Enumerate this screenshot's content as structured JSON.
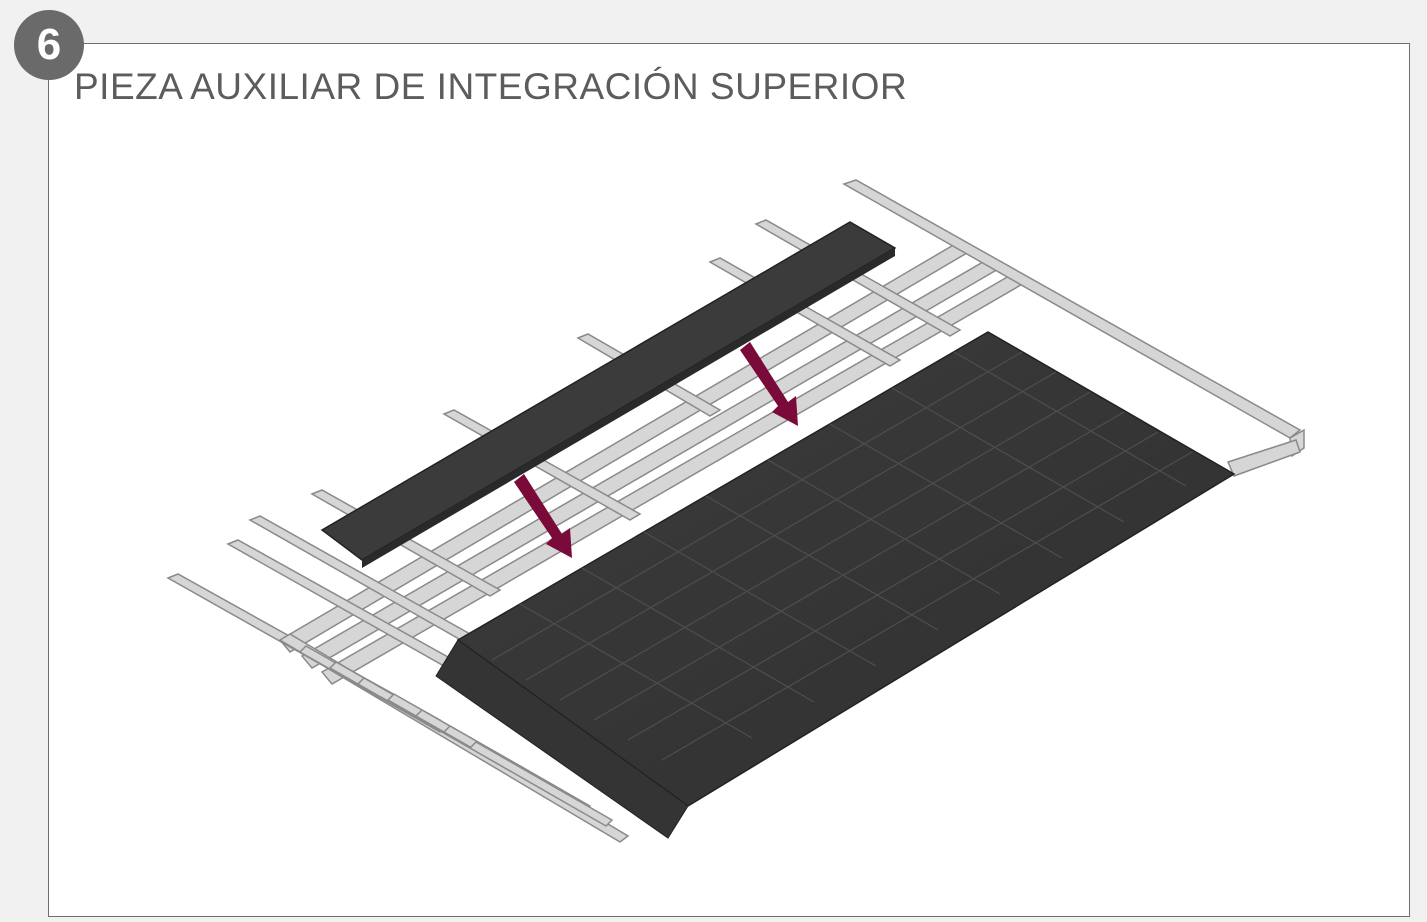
{
  "step": {
    "number": "6",
    "title": "PIEZA AUXILIAR DE INTEGRACIÓN SUPERIOR"
  },
  "diagram": {
    "accent_color": "#7a0a3a",
    "panel_color": "#3a3a3a",
    "batten_color": "#cfcfcf",
    "parts": [
      "roof-battens",
      "upper-integration-piece",
      "tile-panel",
      "placement-arrows"
    ]
  }
}
